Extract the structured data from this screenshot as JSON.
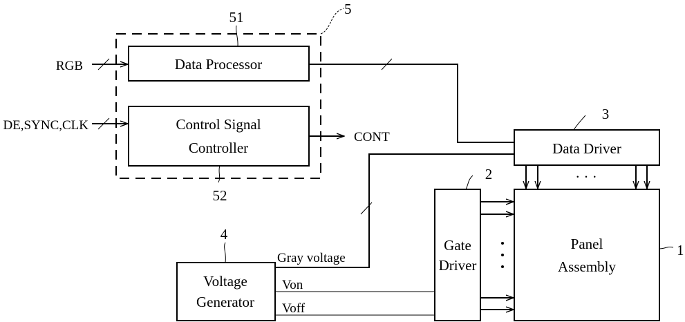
{
  "blocks": {
    "data_processor": {
      "label": "Data Processor",
      "ref": "51"
    },
    "control_signal_controller": {
      "line1": "Control Signal",
      "line2": "Controller",
      "ref": "52"
    },
    "signal_controller_group": {
      "ref": "5"
    },
    "data_driver": {
      "label": "Data Driver",
      "ref": "3"
    },
    "gate_driver": {
      "line1": "Gate",
      "line2": "Driver",
      "ref": "2"
    },
    "panel_assembly": {
      "line1": "Panel",
      "line2": "Assembly",
      "ref": "1"
    },
    "voltage_generator": {
      "line1": "Voltage",
      "line2": "Generator",
      "ref": "4"
    }
  },
  "signals": {
    "rgb": "RGB",
    "timing": "DE,SYNC,CLK",
    "cont": "CONT",
    "gray_voltage": "Gray voltage",
    "von": "Von",
    "voff": "Voff"
  },
  "ellipsis": {
    "horizontal": "· · ·",
    "vertical": "·"
  }
}
